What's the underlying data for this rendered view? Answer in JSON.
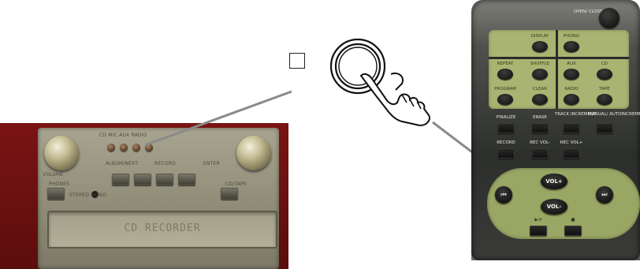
{
  "stereo": {
    "display_text": "CD RECORDER",
    "labels": {
      "knob_left": "VOLUME",
      "led_row": "CD   MIC   AUX   RADIO",
      "btn_row_left": "ALBUM/NEXT",
      "btn_row_mid": "RECORD",
      "btn_row_right": "ENTER",
      "left_small": "PHONES",
      "stereo_mode": "STEREO MONO",
      "right_small": "CD/TAPE"
    }
  },
  "remote": {
    "open_close": "OPEN/ CLOSE",
    "buttons": {
      "display": "DISPLAY",
      "phono": "PHONO",
      "repeat": "REPEAT",
      "shuffle": "SHUFFLE",
      "aux": "AUX",
      "cd": "CD",
      "program": "PROGRAM",
      "clear": "CLEAR",
      "radio": "RADIO",
      "tape": "TAPE",
      "finalize": "FINALIZE",
      "erase": "ERASE",
      "track_increment": "TRACK INCREMENT",
      "manual_autoincrement": "MANUAL/ AUTOINCREMENT",
      "record": "RECORD",
      "rec_vol_minus": "REC VOL-",
      "rec_vol_plus": "REC VOL+",
      "vol_plus": "VOL+",
      "vol_minus": "VOL-",
      "prev": "⏮",
      "next": "⏭",
      "play_pause": "▶/II",
      "stop": "■"
    }
  },
  "colors": {
    "remote_green": "#a9b472",
    "stereo_red": "#7a1414",
    "stereo_panel": "#a7a48f",
    "callout_line": "#8a8a8a"
  },
  "icons": [
    "hand-pointer-icon",
    "button-callout-icon"
  ]
}
